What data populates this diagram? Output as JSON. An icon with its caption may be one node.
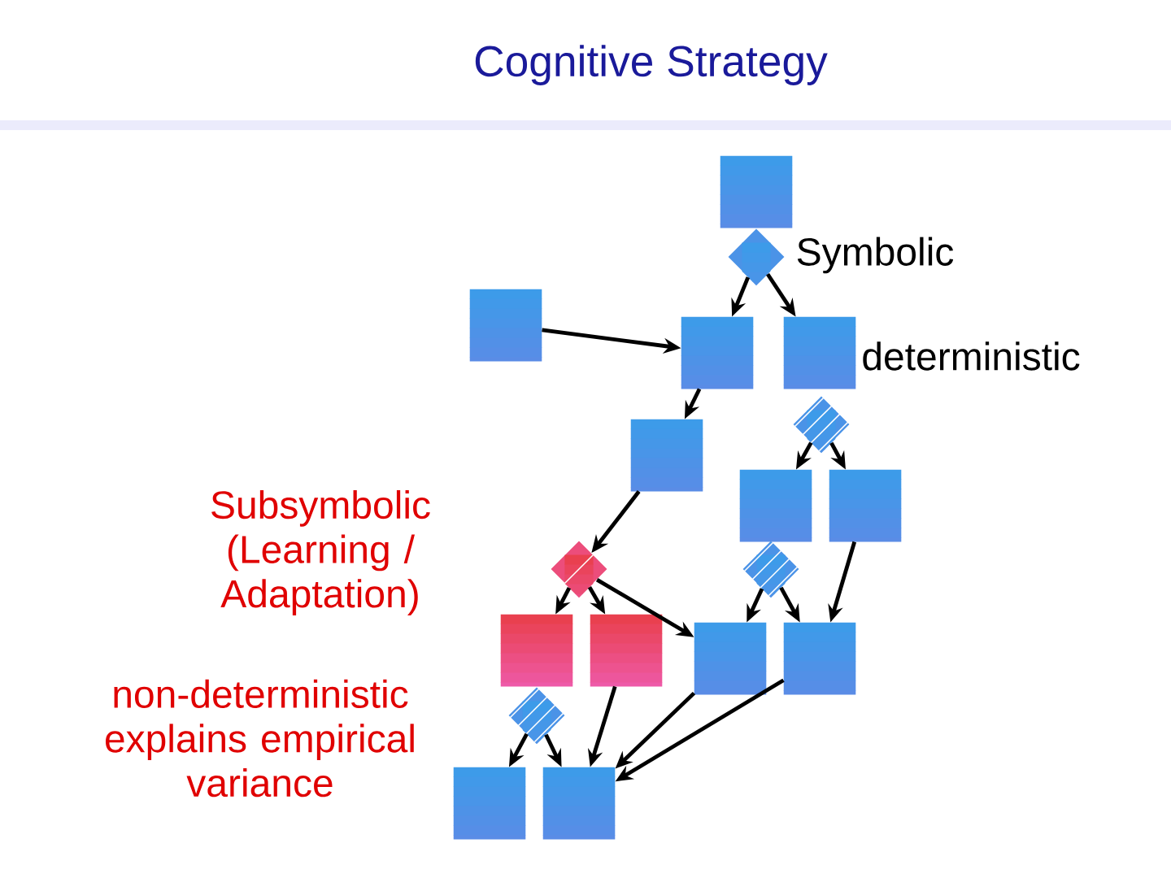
{
  "diagram": {
    "title": "Cognitive Strategy",
    "nodes": [
      {
        "text": [],
        "shape": "box"
      },
      {
        "text": [],
        "shape": "diamond"
      },
      {
        "text": [],
        "shape": "box"
      },
      {
        "text": [],
        "shape": "box"
      },
      {
        "text": [],
        "shape": "box"
      },
      {
        "text": [],
        "shape": "box"
      },
      {
        "text": [],
        "shape": "diamond"
      },
      {
        "text": [],
        "shape": "box"
      },
      {
        "text": [],
        "shape": "box"
      },
      {
        "text": [],
        "shape": "diamond"
      },
      {
        "text": [],
        "shape": "diamond"
      },
      {
        "text": [],
        "shape": "box"
      },
      {
        "text": [],
        "shape": "box"
      },
      {
        "text": [],
        "shape": "box"
      },
      {
        "text": [],
        "shape": "box"
      },
      {
        "text": [],
        "shape": "diamond"
      },
      {
        "text": [],
        "shape": "box"
      },
      {
        "text": [],
        "shape": "box"
      }
    ],
    "edges": [
      {
        "from": 1,
        "to": 3,
        "arrow": "to"
      },
      {
        "from": 1,
        "to": 4,
        "arrow": "to"
      },
      {
        "from": 2,
        "to": 3,
        "arrow": "to"
      },
      {
        "from": 3,
        "to": 5,
        "arrow": "to"
      },
      {
        "from": 6,
        "to": 7,
        "arrow": "to"
      },
      {
        "from": 6,
        "to": 8,
        "arrow": "to"
      },
      {
        "from": 5,
        "to": 9,
        "arrow": "to"
      },
      {
        "from": 9,
        "to": 11,
        "arrow": "to"
      },
      {
        "from": 9,
        "to": 12,
        "arrow": "to"
      },
      {
        "from": 9,
        "to": 13,
        "arrow": "to"
      },
      {
        "from": 10,
        "to": 13,
        "arrow": "to"
      },
      {
        "from": 10,
        "to": 14,
        "arrow": "to"
      },
      {
        "from": 8,
        "to": 14,
        "arrow": "to"
      },
      {
        "from": 15,
        "to": 16,
        "arrow": "to"
      },
      {
        "from": 15,
        "to": 17,
        "arrow": "to"
      },
      {
        "from": 12,
        "to": 17,
        "arrow": "to"
      },
      {
        "from": 13,
        "to": 17,
        "arrow": "to"
      },
      {
        "from": 14,
        "to": 17,
        "arrow": "to"
      }
    ],
    "labels": [
      "Symbolic",
      "deterministic",
      "Subsymbolic (Learning / Adaptation)",
      "non-deterministic explains empirical variance"
    ]
  }
}
